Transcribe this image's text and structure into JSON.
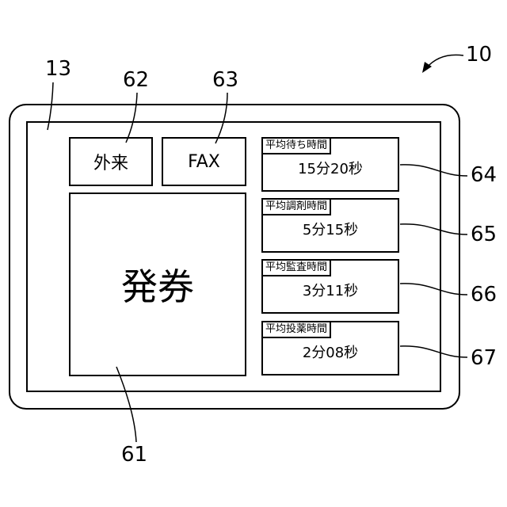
{
  "reference_numerals": {
    "device": "10",
    "screen": "13",
    "issue_button": "61",
    "outpatient_button": "62",
    "fax_button": "63",
    "avg_wait_box": "64",
    "avg_dispensing_box": "65",
    "avg_audit_box": "66",
    "avg_handover_box": "67"
  },
  "buttons": {
    "outpatient": "外来",
    "fax": "FAX",
    "issue": "発券"
  },
  "info_boxes": [
    {
      "label": "平均待ち時間",
      "value": "15分20秒"
    },
    {
      "label": "平均調剤時間",
      "value": "5分15秒"
    },
    {
      "label": "平均監査時間",
      "value": "3分11秒"
    },
    {
      "label": "平均投薬時間",
      "value": "2分08秒"
    }
  ]
}
